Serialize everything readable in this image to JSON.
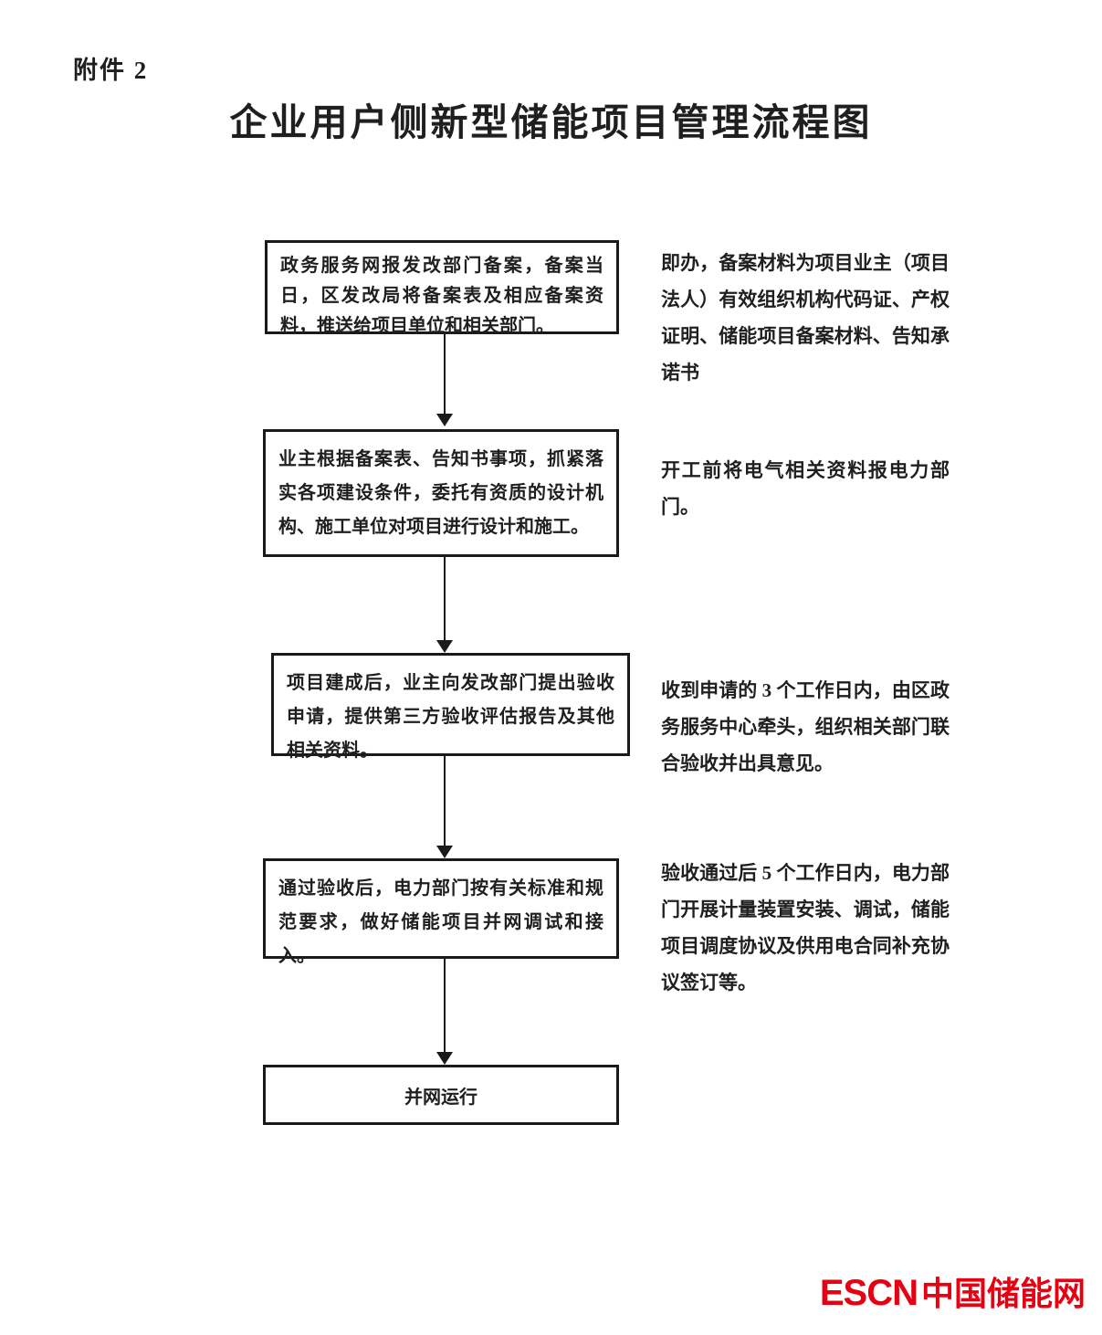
{
  "page": {
    "attachment_label": "附件 2",
    "title": "企业用户侧新型储能项目管理流程图"
  },
  "flow": {
    "steps": [
      {
        "label": "step-1-filing",
        "text": "政务服务网报发改部门备案，备案当日，区发改局将备案表及相应备案资料，推送给项目单位和相关部门。",
        "note": "即办，备案材料为项目业主（项目法人）有效组织机构代码证、产权证明、储能项目备案材料、告知承诺书"
      },
      {
        "label": "step-2-design-construction",
        "text": "业主根据备案表、告知书事项，抓紧落实各项建设条件，委托有资质的设计机构、施工单位对项目进行设计和施工。",
        "note": "开工前将电气相关资料报电力部门。"
      },
      {
        "label": "step-3-acceptance-application",
        "text": "项目建成后，业主向发改部门提出验收申请，提供第三方验收评估报告及其他相关资料。",
        "note": "收到申请的 3 个工作日内，由区政务服务中心牵头，组织相关部门联合验收并出具意见。"
      },
      {
        "label": "step-4-grid-connection-debug",
        "text": "通过验收后，电力部门按有关标准和规范要求，做好储能项目并网调试和接入。",
        "note": "验收通过后 5 个工作日内，电力部门开展计量装置安装、调试，储能项目调度协议及供用电合同补充协议签订等。"
      },
      {
        "label": "step-5-grid-operation",
        "text": "并网运行",
        "note": ""
      }
    ]
  },
  "footer": {
    "logo_en": "ESCN",
    "logo_cn": "中国储能网"
  },
  "colors": {
    "logo_red": "#e60012",
    "box_border": "#1a1a1a",
    "text": "#1f1f1f"
  }
}
